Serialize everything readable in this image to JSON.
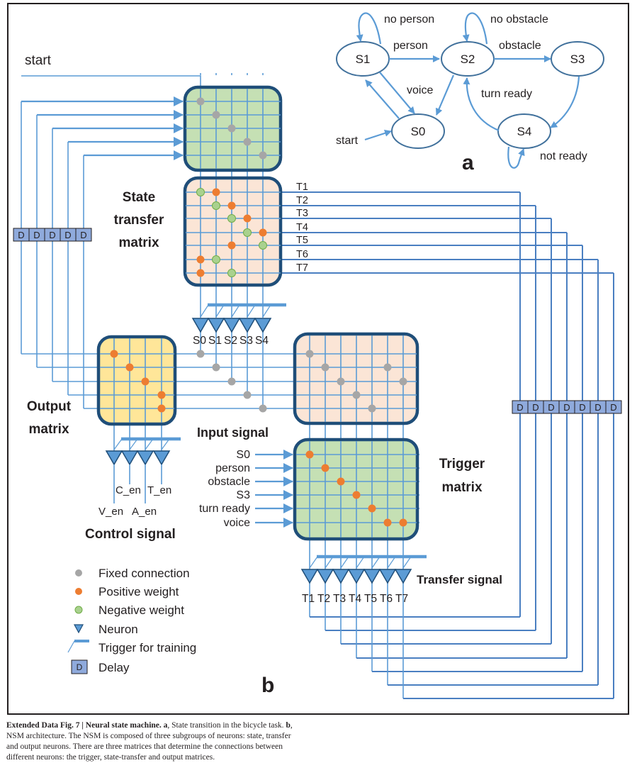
{
  "colors": {
    "wire": "#5b9bd5",
    "wire_dark": "#4a7fc1",
    "matrix_border": "#1f4e79",
    "green_fill": "#c5e0b4",
    "pink_fill": "#fbe5d6",
    "yellow_fill": "#ffe699",
    "fixed_dot": "#a6a6a6",
    "positive_dot": "#ed7d31",
    "negative_dot": "#a9d18e",
    "delay_fill": "#8faadc",
    "text": "#231f20"
  },
  "panel_a": {
    "label": "a",
    "states": [
      "S0",
      "S1",
      "S2",
      "S3",
      "S4"
    ],
    "transitions": [
      {
        "from": "start",
        "to": "S0",
        "label": "start"
      },
      {
        "from": "S0",
        "to": "S1",
        "label": ""
      },
      {
        "from": "S1",
        "to": "S1",
        "label": "no person"
      },
      {
        "from": "S1",
        "to": "S2",
        "label": "person"
      },
      {
        "from": "S1",
        "to": "S0",
        "label": "voice"
      },
      {
        "from": "S2",
        "to": "S0",
        "label": ""
      },
      {
        "from": "S2",
        "to": "S2",
        "label": "no obstacle"
      },
      {
        "from": "S2",
        "to": "S3",
        "label": "obstacle"
      },
      {
        "from": "S3",
        "to": "S4",
        "label": ""
      },
      {
        "from": "S4",
        "to": "S2",
        "label": "turn ready"
      },
      {
        "from": "S4",
        "to": "S4",
        "label": "not ready"
      }
    ]
  },
  "panel_b": {
    "label": "b",
    "start_label": "start",
    "delay_glyph": "D",
    "state_transfer_title": [
      "State",
      "transfer",
      "matrix"
    ],
    "output_title": [
      "Output",
      "matrix"
    ],
    "trigger_title": [
      "Trigger",
      "matrix"
    ],
    "input_signal_title": "Input signal",
    "control_signal_title": "Control signal",
    "transfer_signal_title": "Transfer signal",
    "state_neurons": [
      "S0",
      "S1",
      "S2",
      "S3",
      "S4"
    ],
    "transfer_neurons": [
      "T1",
      "T2",
      "T3",
      "T4",
      "T5",
      "T6",
      "T7"
    ],
    "transfer_row_labels": [
      "T1",
      "T2",
      "T3",
      "T4",
      "T5",
      "T6",
      "T7"
    ],
    "input_signals": [
      "S0",
      "person",
      "obstacle",
      "S3",
      "turn ready",
      "voice"
    ],
    "control_signals": [
      "V_en",
      "C_en",
      "A_en",
      "T_en"
    ],
    "state_matrix_fixed": [
      [
        0,
        0
      ],
      [
        1,
        1
      ],
      [
        2,
        2
      ],
      [
        3,
        3
      ],
      [
        4,
        4
      ]
    ],
    "state_transfer_weights": [
      {
        "row": 0,
        "negative": [
          0
        ],
        "positive": [
          1
        ]
      },
      {
        "row": 1,
        "negative": [
          1
        ],
        "positive": [
          2
        ]
      },
      {
        "row": 2,
        "negative": [
          2
        ],
        "positive": [
          3
        ]
      },
      {
        "row": 3,
        "negative": [
          3
        ],
        "positive": [
          4
        ]
      },
      {
        "row": 4,
        "negative": [
          4
        ],
        "positive": [
          2
        ]
      },
      {
        "row": 5,
        "negative": [
          1
        ],
        "positive": [
          0
        ]
      },
      {
        "row": 6,
        "negative": [
          2
        ],
        "positive": [
          0
        ]
      }
    ],
    "output_weights": [
      [
        0,
        0
      ],
      [
        1,
        1
      ],
      [
        2,
        2
      ],
      [
        3,
        3
      ],
      [
        4,
        3
      ]
    ],
    "state_gate_fixed": [
      [
        0,
        0
      ],
      [
        1,
        1
      ],
      [
        2,
        2
      ],
      [
        3,
        3
      ],
      [
        4,
        4
      ]
    ],
    "transfer_gate_fixed": [
      [
        0,
        0
      ],
      [
        1,
        1
      ],
      [
        1,
        5
      ],
      [
        2,
        2
      ],
      [
        2,
        6
      ],
      [
        3,
        3
      ],
      [
        4,
        4
      ]
    ],
    "trigger_weights": [
      [
        0,
        0
      ],
      [
        1,
        1
      ],
      [
        2,
        2
      ],
      [
        3,
        3
      ],
      [
        4,
        4
      ],
      [
        5,
        5
      ],
      [
        5,
        6
      ]
    ]
  },
  "legend": [
    {
      "symbol": "fixed-dot",
      "label": "Fixed connection"
    },
    {
      "symbol": "positive-dot",
      "label": "Positive weight"
    },
    {
      "symbol": "negative-dot",
      "label": "Negative weight"
    },
    {
      "symbol": "neuron-triangle",
      "label": "Neuron"
    },
    {
      "symbol": "trigger-line",
      "label": "Trigger for training"
    },
    {
      "symbol": "delay-box",
      "label": "Delay"
    }
  ],
  "caption": {
    "fig_label": "Extended Data Fig. 7 | Neural state machine.",
    "a_label": "a",
    "a_text": ", State transition in the bicycle task.",
    "b_label": "b",
    "b_text": ", NSM architecture. The NSM is composed of three subgroups of neurons: state, transfer and output neurons. There are three matrices that determine the connections between different neurons: the trigger, state-transfer and output matrices."
  }
}
